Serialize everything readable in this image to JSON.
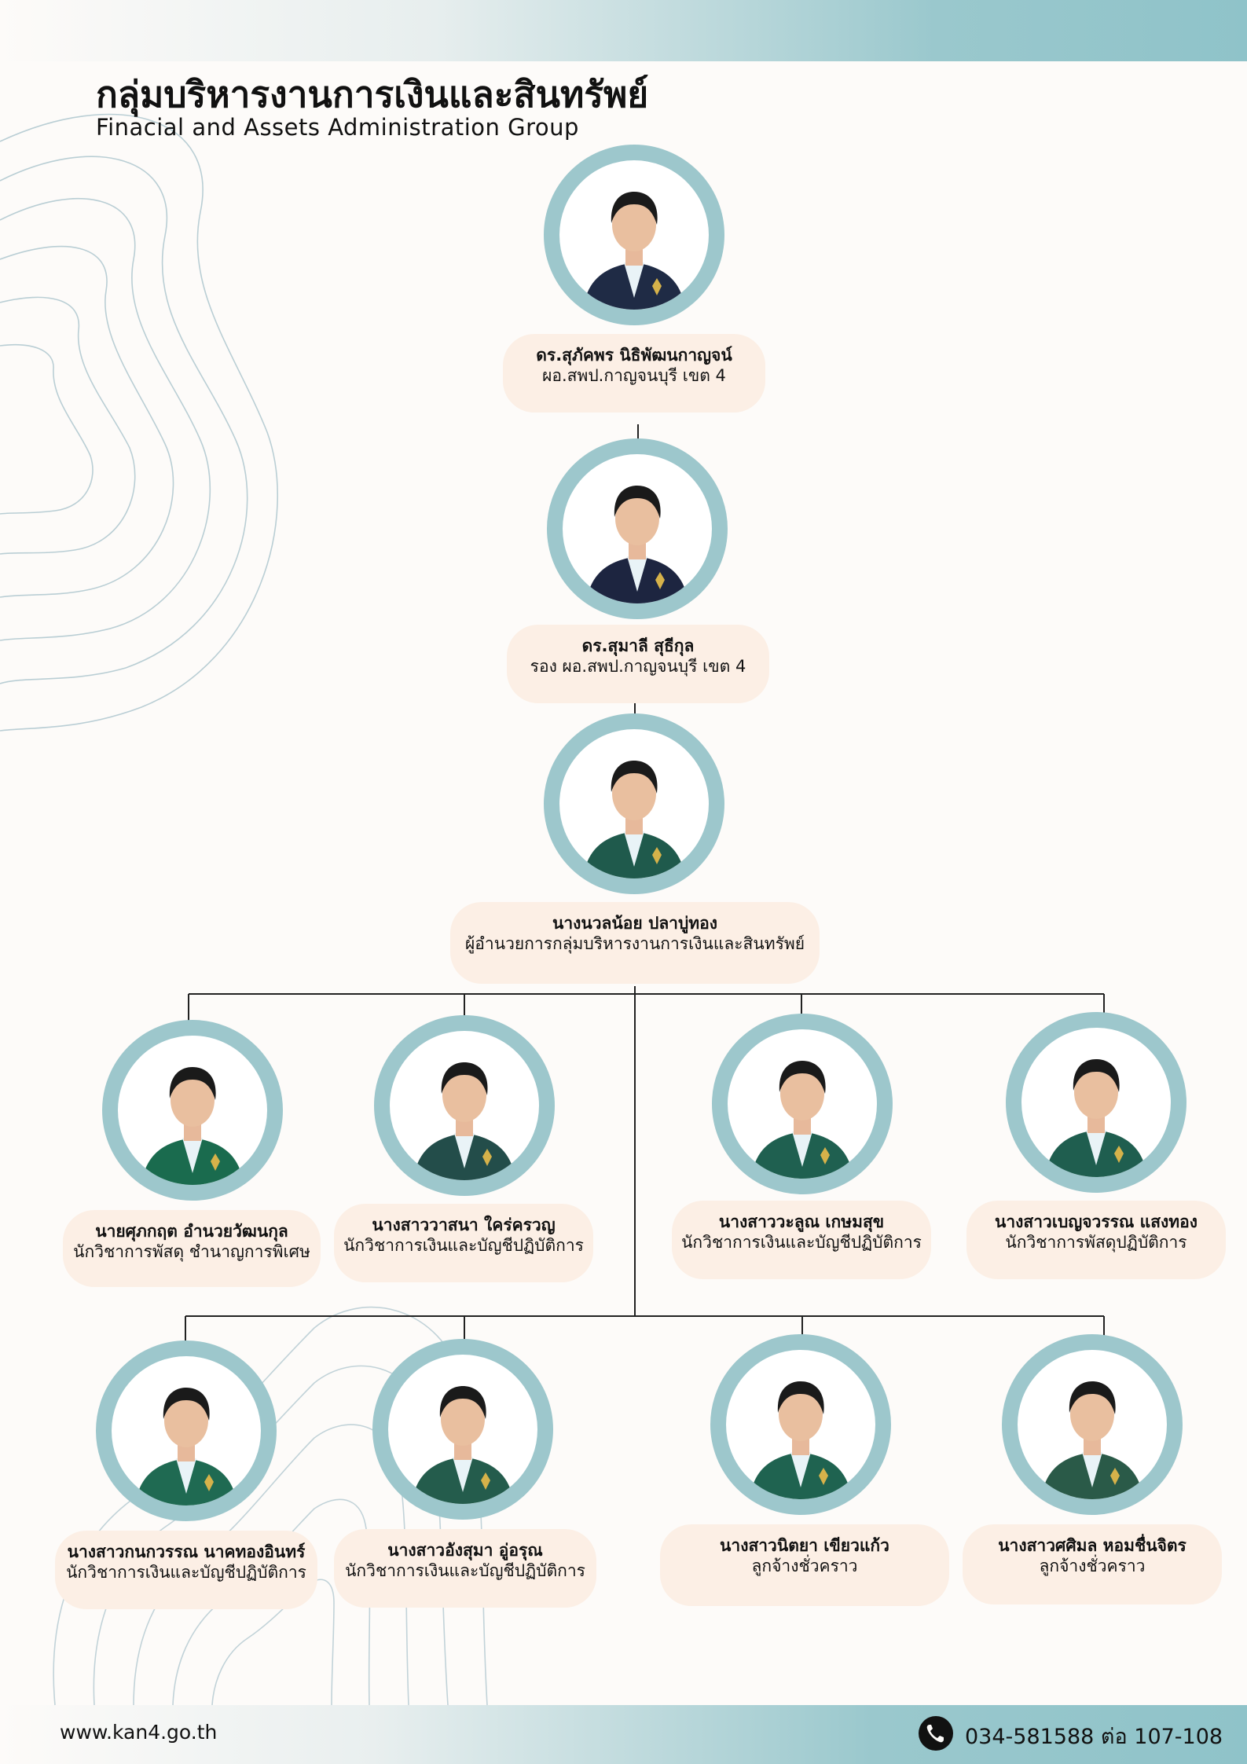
{
  "header": {
    "title_th": "กลุ่มบริหารงานการเงินและสินทรัพย์",
    "title_en": "Finacial and Assets Administration Group"
  },
  "people": [
    {
      "name": "ดร.สุภัคพร นิธิพัฒนกาญจน์",
      "role": "ผอ.สพป.กาญจนบุรี เขต 4",
      "jacket": "#1f2b45"
    },
    {
      "name": "ดร.สุมาลี สุธีกุล",
      "role": "รอง ผอ.สพป.กาญจนบุรี เขต 4",
      "jacket": "#1d2540"
    },
    {
      "name": "นางนวลน้อย ปลาบู่ทอง",
      "role": "ผู้อำนวยการกลุ่มบริหารงานการเงินและสินทรัพย์",
      "jacket": "#1f5a4c"
    },
    {
      "name": "นายศุภกฤต อำนวยวัฒนกุล",
      "role": "นักวิชาการพัสดุ ชำนาญการพิเศษ",
      "jacket": "#1a6b4e"
    },
    {
      "name": "นางสาววาสนา ใคร่ครวญ",
      "role": "นักวิชาการเงินและบัญชีปฏิบัติการ",
      "jacket": "#234d4a"
    },
    {
      "name": "นางสาววะลูณ เกษมสุข",
      "role": "นักวิชาการเงินและบัญชีปฏิบัติการ",
      "jacket": "#1f6050"
    },
    {
      "name": "นางสาวเบญจวรรณ แสงทอง",
      "role": "นักวิชาการพัสดุปฏิบัติการ",
      "jacket": "#1f5e4f"
    },
    {
      "name": "นางสาวกนกวรรณ  นาคทองอินทร์",
      "role": "นักวิชาการเงินและบัญชีปฏิบัติการ",
      "jacket": "#1f6a52"
    },
    {
      "name": "นางสาวอังสุมา อู่อรุณ",
      "role": "นักวิชาการเงินและบัญชีปฏิบัติการ",
      "jacket": "#245c4c"
    },
    {
      "name": "นางสาวนิตยา เขียวแก้ว",
      "role": "ลูกจ้างชั่วคราว",
      "jacket": "#1f6350"
    },
    {
      "name": "นางสาวศศิมล หอมชื่นจิตร",
      "role": "ลูกจ้างชั่วคราว",
      "jacket": "#2a5a48"
    }
  ],
  "footer": {
    "website": "www.kan4.go.th",
    "phone": "034-581588  ต่อ 107-108"
  },
  "colors": {
    "ring": "#9dc7cc",
    "card": "#fcefe5",
    "line": "#222222"
  }
}
